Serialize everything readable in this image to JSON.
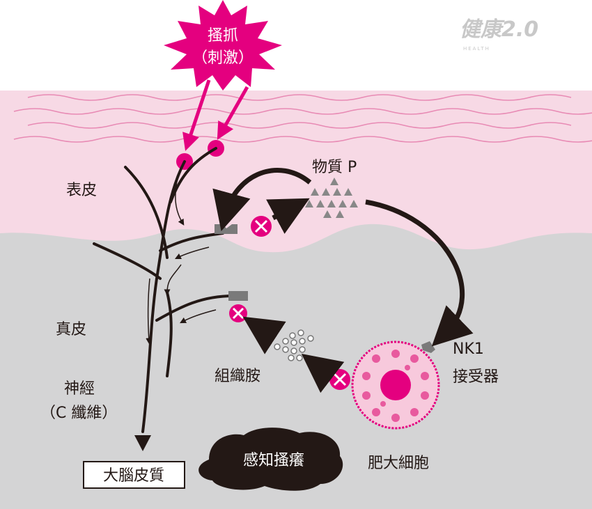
{
  "logo": {
    "text": "健康2.0",
    "subtext": "HEALTH"
  },
  "stimulus": {
    "line1": "搔抓",
    "line2": "（刺激）"
  },
  "layers": {
    "epidermis": "表皮",
    "dermis": "真皮"
  },
  "nerve": {
    "line1": "神經",
    "line2": "（C 纖維）"
  },
  "substance_p": "物質 P",
  "histamine": "組織胺",
  "receptor": {
    "line1": "NK1",
    "line2": "接受器"
  },
  "mast_cell": "肥大細胞",
  "brain": "大腦皮質",
  "perception": "感知搔癢",
  "colors": {
    "magenta": "#e4007f",
    "epidermis": "#f7d9e5",
    "dermis": "#d4d4d5",
    "ink": "#231815",
    "receptor": "#7a7a7a"
  }
}
